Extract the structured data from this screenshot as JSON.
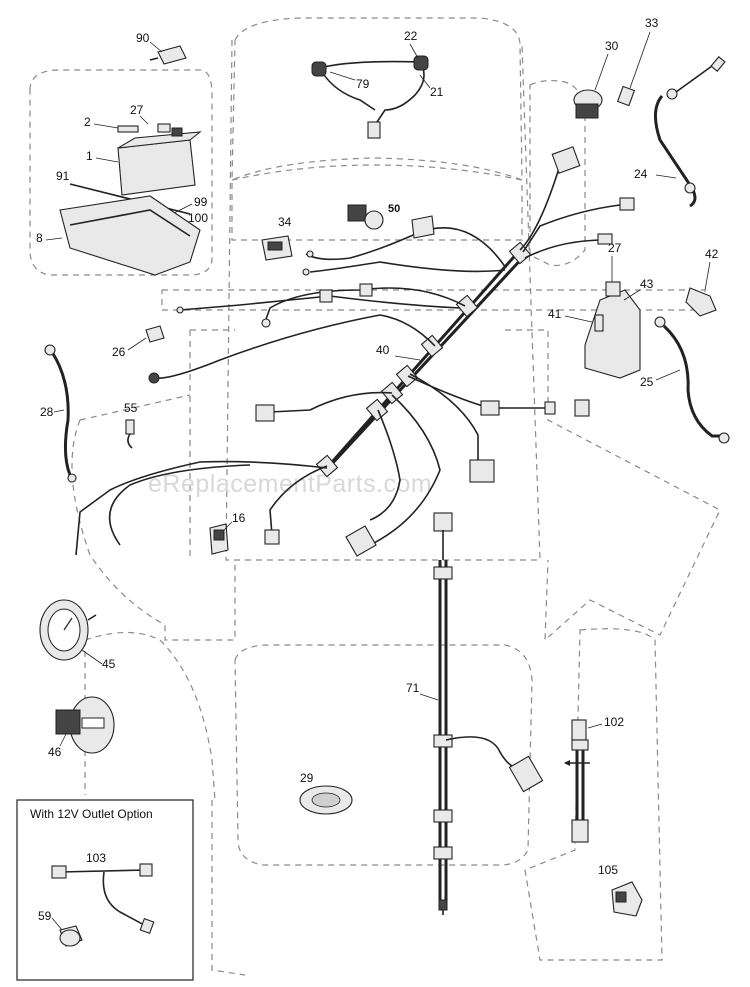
{
  "watermark": "eReplacementParts.com",
  "inset": {
    "title": "With 12V Outlet Option"
  },
  "callouts": {
    "c90": "90",
    "c22": "22",
    "c79": "79",
    "c21": "21",
    "c30": "30",
    "c33": "33",
    "c2": "2",
    "c27a": "27",
    "c1": "1",
    "c91": "91",
    "c99": "99",
    "c100": "100",
    "c8": "8",
    "c34": "34",
    "c50": "50",
    "c24": "24",
    "c27b": "27",
    "c42": "42",
    "c43": "43",
    "c41": "41",
    "c26": "26",
    "c40": "40",
    "c28": "28",
    "c55": "55",
    "c25": "25",
    "c16": "16",
    "c45": "45",
    "c71": "71",
    "c46": "46",
    "c102": "102",
    "c29": "29",
    "c103": "103",
    "c59": "59",
    "c105": "105"
  }
}
